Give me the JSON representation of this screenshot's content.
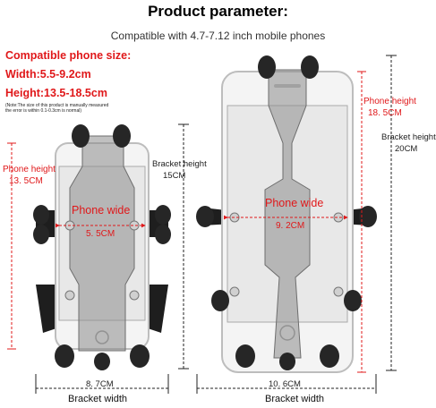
{
  "header": {
    "title": "Product parameter:",
    "subtitle": "Compatible with 4.7-7.12 inch mobile phones"
  },
  "specs": {
    "heading": "Compatible phone size:",
    "width": "Width:5.5-9.2cm",
    "height": "Height:13.5-18.5cm",
    "note_line1": "(Note:The size of this product is manually measured",
    "note_line2": "the error is within 0.1-0.3cm is normal)"
  },
  "left_holder": {
    "phone_height_label": "Phone height",
    "phone_height_value": "13. 5CM",
    "bracket_height_label": "Bracket height",
    "bracket_height_value": "15CM",
    "phone_wide_label": "Phone wide",
    "phone_wide_value": "5. 5CM",
    "bracket_width_value": "8. 7CM",
    "bracket_width_label": "Bracket width"
  },
  "right_holder": {
    "phone_height_label": "Phone height",
    "phone_height_value": "18. 5CM",
    "bracket_height_label": "Bracket height",
    "bracket_height_value": "20CM",
    "phone_wide_label": "Phone wide",
    "phone_wide_value": "9. 2CM",
    "bracket_width_value": "10. 6CM",
    "bracket_width_label": "Bracket width"
  },
  "colors": {
    "accent_red": "#e0181a",
    "bracket_dark": "#1e1e1e",
    "phone_gray": "#c8c8c8"
  }
}
